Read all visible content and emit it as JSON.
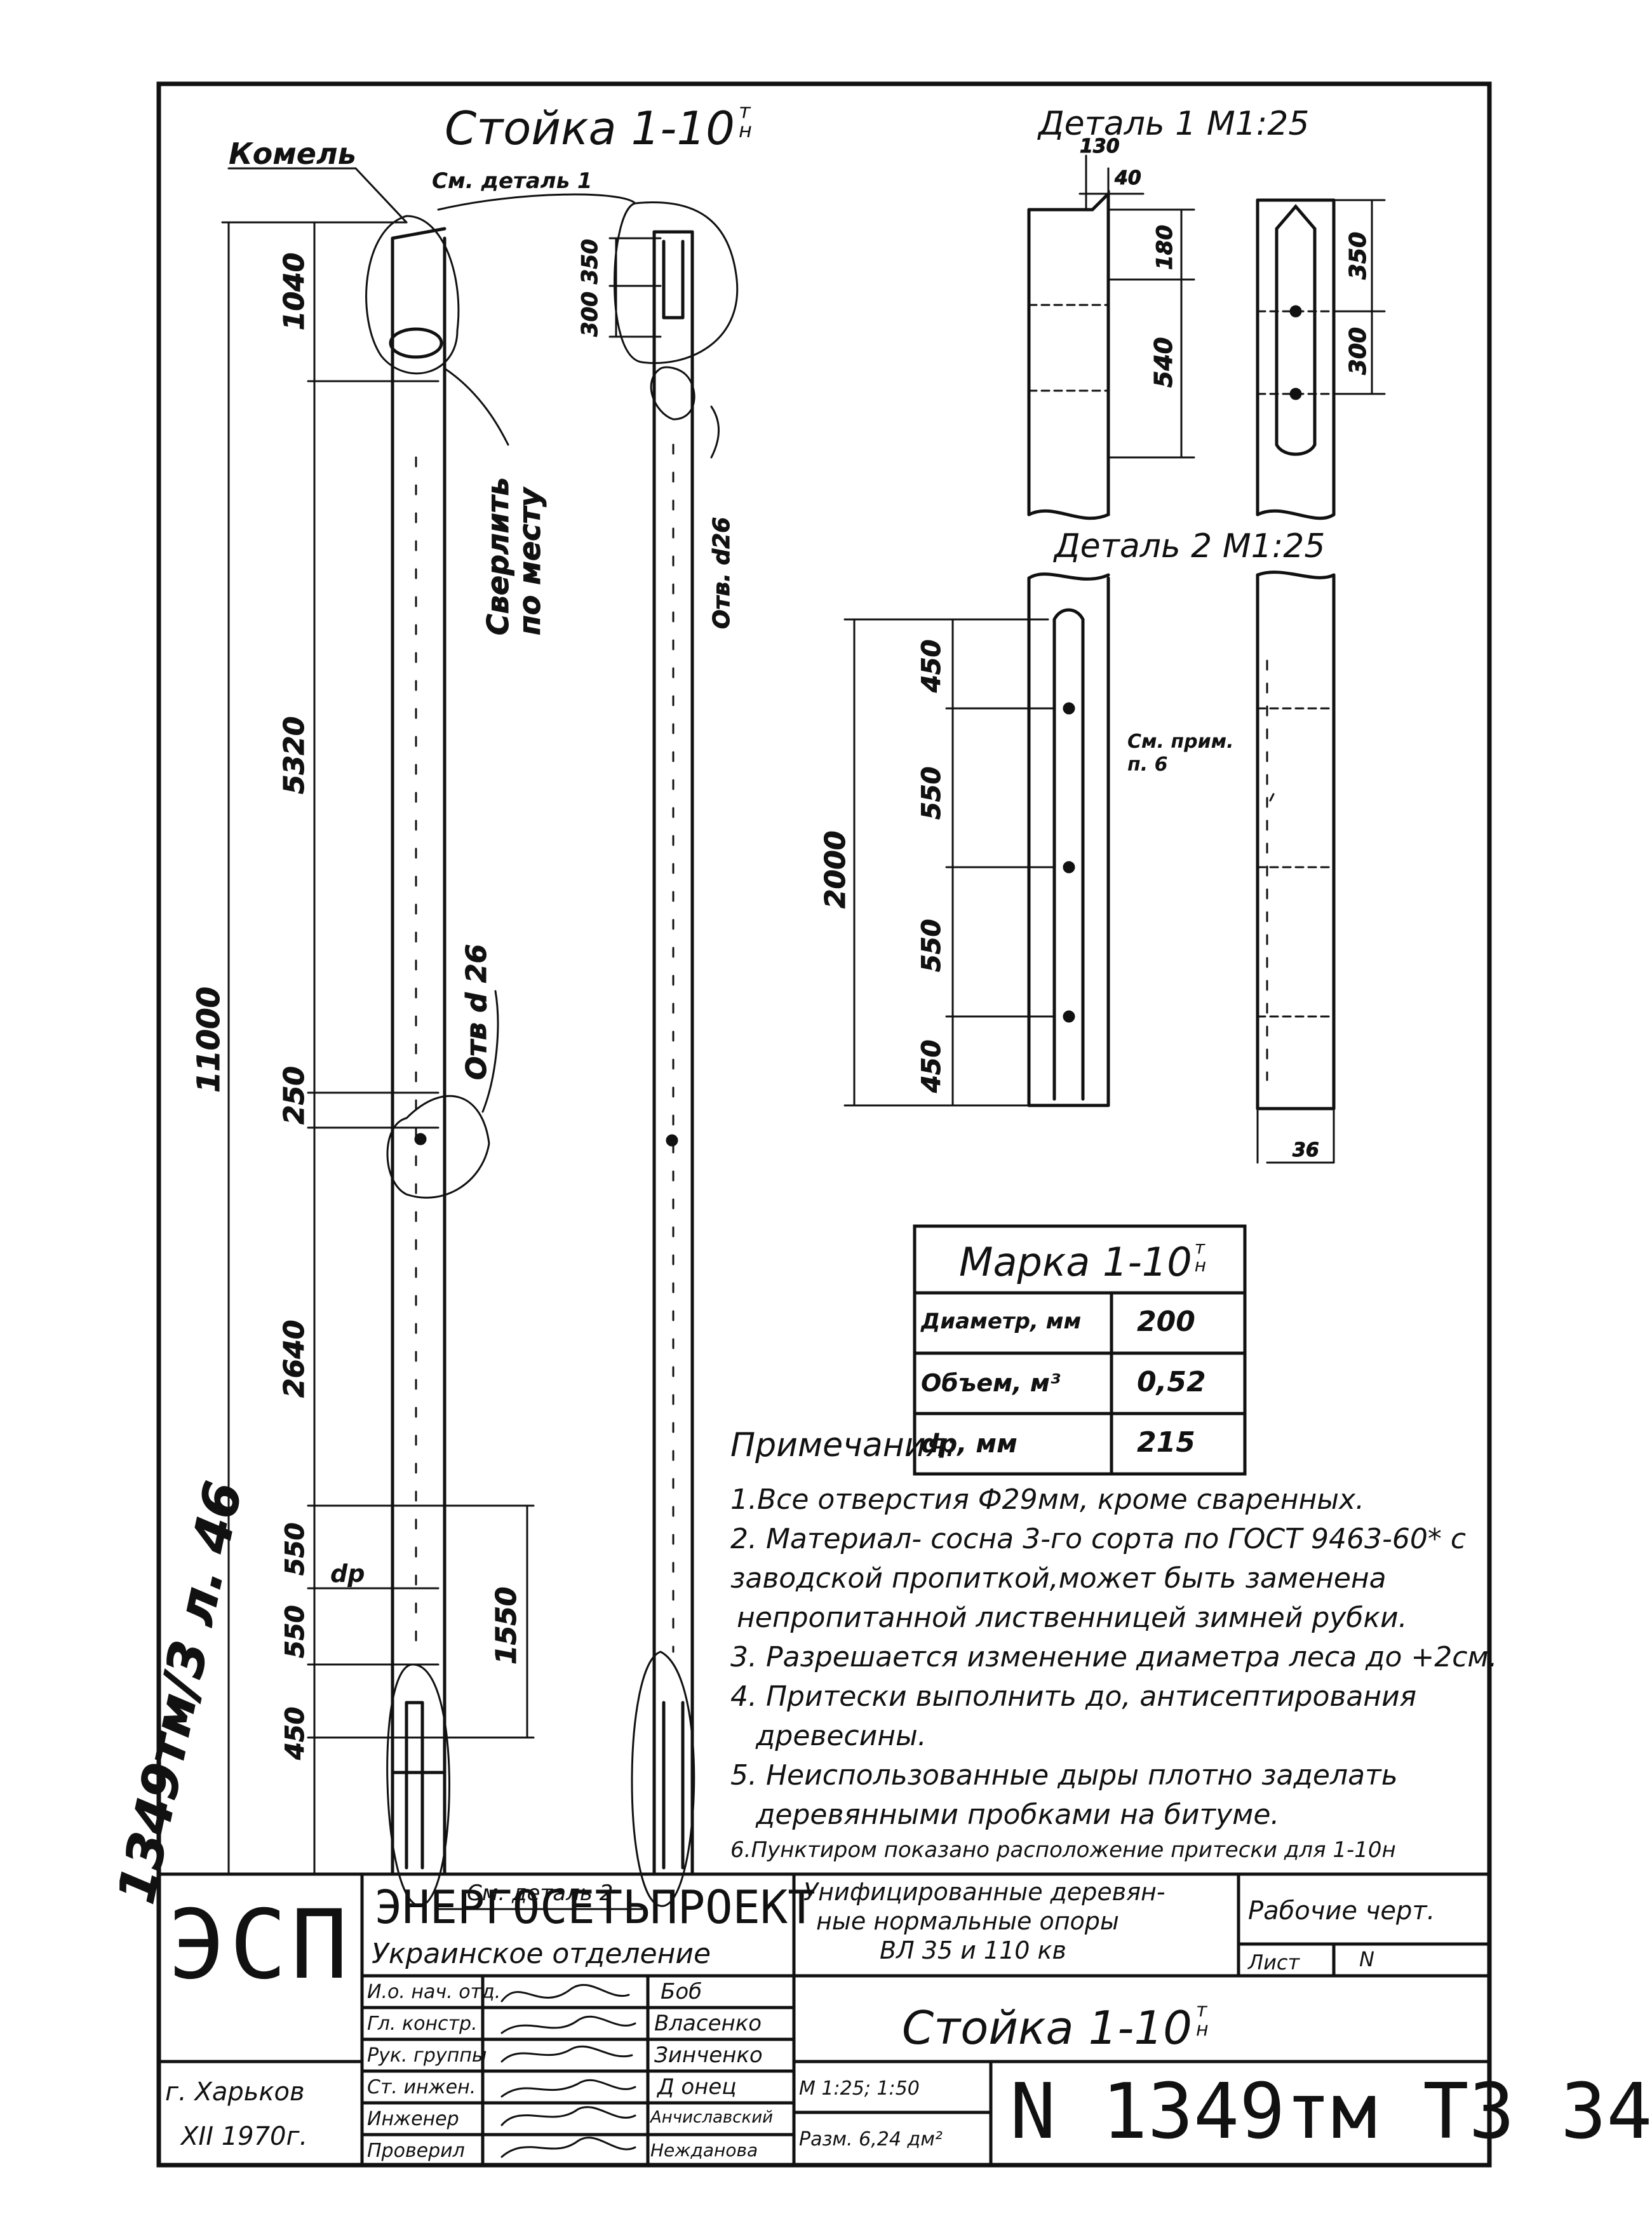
{
  "main_title": "Стойка 1-10",
  "main_title_sup": "т",
  "main_title_sub": "н",
  "labels": {
    "kamel": "Комель",
    "sm_detal_1": "См. деталь 1",
    "sm_detal_2": "См. деталь 2",
    "sverlit_1": "Сверлить",
    "sverlit_2": "по месту",
    "otv_d26": "Отв d 26",
    "otv_d26_right": "Отв. d26",
    "dp": "dр",
    "sm_prim_1": "См. прим.",
    "sm_prim_2": "п. 6"
  },
  "side_stamp": "1349тм/3 л. 46",
  "main_dims": {
    "d1040": "1040",
    "d5320": "5320",
    "d250": "250",
    "d2640": "2640",
    "d550a": "550",
    "d550b": "550",
    "d450": "450",
    "d11000": "11000",
    "d1550": "1550",
    "d300_350": "300 350"
  },
  "detail1": {
    "title": "Деталь 1",
    "scale": "М1:25",
    "dims": [
      "130",
      "40",
      "180",
      "540",
      "350",
      "300"
    ]
  },
  "detail2": {
    "title": "Деталь 2",
    "scale": "М1:25",
    "dims": [
      "450",
      "550",
      "550",
      "450",
      "2000",
      "36"
    ]
  },
  "marka_table": {
    "title": "Марка 1-10",
    "title_sup": "т",
    "title_sub": "н",
    "rows": [
      {
        "label": "Диаметр, мм",
        "value": "200"
      },
      {
        "label": "Объем, м³",
        "value": "0,52"
      },
      {
        "label": "dр, мм",
        "value": "215"
      }
    ]
  },
  "notes_heading": "Примечания:",
  "notes": [
    "1.Все отверстия Ф29мм, кроме сваренных.",
    "2. Материал- сосна 3-го сорта по ГОСТ 9463-60* с",
    "заводской пропиткой,может быть заменена",
    "непропитанной лиственницей зимней рубки.",
    "3. Разрешается изменение диаметра леса до +2см.",
    "4. Притески выполнить до, антисептирования",
    "древесины.",
    "5. Неиспользованные дыры плотно заделать",
    "деревянными пробками на битуме.",
    "6.Пунктиром показано расположение притески для 1-10н"
  ],
  "title_block": {
    "logo": "ЭСП",
    "org_name": "ЭНЕРГОСЕТЬПРОЕКТ",
    "org_branch": "Украинское отделение",
    "project_1": "Унифицированные деревян-",
    "project_2": "ные нормальные опоры",
    "project_3": "ВЛ 35 и 110 кв",
    "doc_type": "Рабочие черт.",
    "sheet_label": "Лист",
    "sheet_value": "N",
    "drawing_title": "Стойка 1-10",
    "drawing_title_sup": "т",
    "drawing_title_sub": "н",
    "signatures": [
      {
        "role": "И.о. нач. отд.",
        "name": "Боб"
      },
      {
        "role": "Гл. констр.",
        "name": "Власенко"
      },
      {
        "role": "Рук. группы",
        "name": "Зинченко"
      },
      {
        "role": "Ст. инжен.",
        "name": "Д онец"
      },
      {
        "role": "Инженер",
        "name": "Анчиславский"
      },
      {
        "role": "Проверил",
        "name": "Нежданова"
      }
    ],
    "scale": "М 1:25; 1:50",
    "size": "Разм. 6,24 дм²",
    "drawing_number": "N 1349тм Т3 34",
    "city": "г. Харьков",
    "date": "XII 1970г."
  }
}
